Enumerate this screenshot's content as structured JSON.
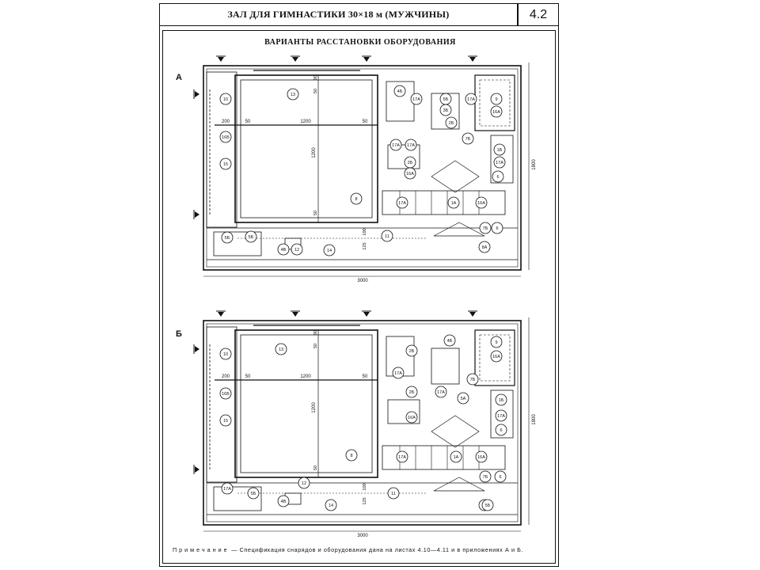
{
  "sheet": {
    "title": "ЗАЛ ДЛЯ ГИМНАСТИКИ 30×18 м (МУЖЧИНЫ)",
    "number": "4.2",
    "heading": "ВАРИАНТЫ РАССТАНОВКИ ОБОРУДОВАНИЯ",
    "note_lead": "Примечание",
    "note_text": " — Спецификация снарядов и оборудования дана на листах 4.10—4.11 и в приложениях А и Б."
  },
  "variants": [
    {
      "label": "А",
      "dims": {
        "length": "3000",
        "width": "1800",
        "mat_w": "1200",
        "mat_h": "1200",
        "edge_200": "200",
        "edge_50a": "50",
        "edge_50b": "50",
        "edge_90": "90",
        "edge_50c": "50",
        "edge_50d": "50",
        "edge_125": "125",
        "edge_100": "100"
      },
      "tags": [
        "10",
        "13",
        "16Б",
        "15",
        "8",
        "4Б",
        "17А",
        "5Б",
        "3Б",
        "17А",
        "9",
        "16А",
        "2Б",
        "17А",
        "17А",
        "2Б",
        "16А",
        "7Б",
        "1Б",
        "17А",
        "6",
        "17А",
        "1А",
        "16А",
        "7Б",
        "5Б",
        "4В",
        "12",
        "14",
        "11",
        "8А",
        "6",
        "5Б"
      ]
    },
    {
      "label": "Б",
      "dims": {
        "length": "3000",
        "width": "1800",
        "mat_w": "1200",
        "mat_h": "1200",
        "edge_200": "200",
        "edge_50a": "50",
        "edge_50b": "50",
        "edge_90": "90",
        "edge_50c": "50",
        "edge_50d": "50",
        "edge_125": "125",
        "edge_100": "100"
      },
      "tags": [
        "10",
        "13",
        "16Б",
        "15",
        "8",
        "2Б",
        "17А",
        "2Б",
        "16А",
        "4Б",
        "9",
        "16А",
        "7Б",
        "17А",
        "5А",
        "1Б",
        "17А",
        "6",
        "17А",
        "1А",
        "16А",
        "7Б",
        "5Б",
        "4В",
        "12",
        "14",
        "11",
        "8А",
        "6",
        "5Б",
        "17А"
      ]
    }
  ]
}
